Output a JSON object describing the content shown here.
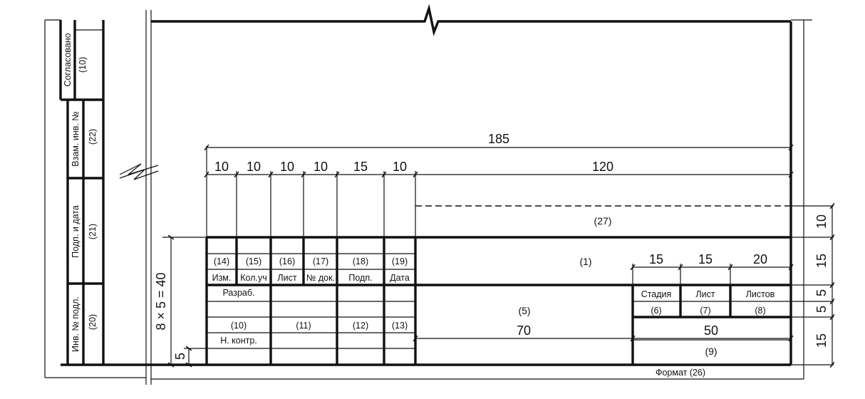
{
  "side_stamp": {
    "soglasovano": "Согласовано",
    "ref_10": "(10)",
    "vzam_inv": "Взам. инв. №",
    "ref_22": "(22)",
    "podp_data": "Подп. и дата",
    "ref_21": "(21)",
    "inv_podl": "Инв. № подл.",
    "ref_20": "(20)"
  },
  "dimensions": {
    "d185": "185",
    "d120": "120",
    "col_widths": [
      "10",
      "10",
      "10",
      "10",
      "15",
      "10"
    ],
    "right_widths": [
      "15",
      "15",
      "20"
    ],
    "d70": "70",
    "d50": "50",
    "height_expr": "8 × 5 = 40",
    "d5_left": "5",
    "right_heights": [
      "10",
      "15",
      "5",
      "5",
      "15"
    ]
  },
  "title_block": {
    "ref_27": "(27)",
    "ref_1": "(1)",
    "ref_5": "(5)",
    "ref_9": "(9)",
    "col_refs": [
      "(14)",
      "(15)",
      "(16)",
      "(17)",
      "(18)",
      "(19)"
    ],
    "col_headers": [
      "Изм.",
      "Кол.уч",
      "Лист",
      "№ док.",
      "Подп.",
      "Дата"
    ],
    "razrab": "Разраб.",
    "row_refs": [
      "(10)",
      "(11)",
      "(12)",
      "(13)"
    ],
    "n_kontr": "Н. контр.",
    "stage_headers": [
      "Стадия",
      "Лист",
      "Листов"
    ],
    "stage_refs": [
      "(6)",
      "(7)",
      "(8)"
    ],
    "format": "Формат (26)"
  }
}
